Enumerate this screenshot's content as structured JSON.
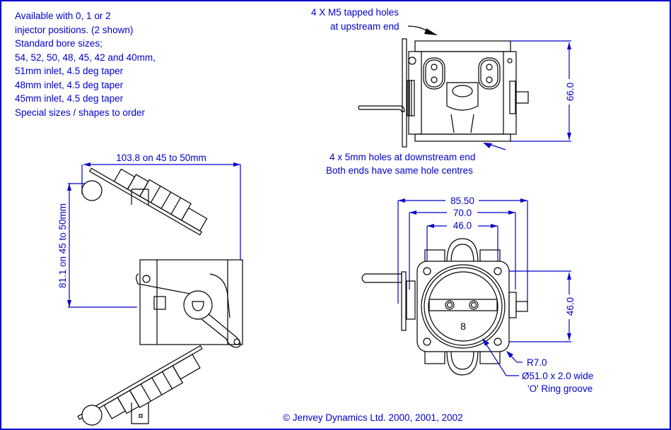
{
  "notes": {
    "lines": [
      "Available with 0, 1 or 2",
      "injector positions. (2 shown)",
      "Standard bore sizes;",
      "54, 52, 50, 48, 45, 42 and 40mm,",
      "51mm inlet, 4.5 deg taper",
      "48mm inlet, 4.5 deg taper",
      "45mm inlet, 4.5 deg taper",
      "Special sizes / shapes to order"
    ]
  },
  "top_view": {
    "upstream_note": [
      "4 X M5 tapped holes",
      "at upstream end"
    ],
    "downstream_note": [
      "4 x 5mm holes at downstream end",
      "Both ends have same hole centres"
    ],
    "height_dim": "66.0"
  },
  "side_view": {
    "width_dim": "103.8 on 45 to 50mm",
    "height_dim": "81.1 on 45 to 50mm"
  },
  "end_view": {
    "dims": [
      "85.50",
      "70.0",
      "46.0"
    ],
    "vertical_dim": "46.0",
    "bore_label": "8",
    "radius_note": "R7.0",
    "groove_note": [
      "Ø51.0 x 2.0 wide",
      "'O' Ring groove"
    ]
  },
  "footer": {
    "copyright": "© Jenvey Dynamics Ltd. 2000, 2001, 2002"
  },
  "colors": {
    "annotation": "#0000cc",
    "linework": "#000000",
    "background": "#ffffff"
  }
}
